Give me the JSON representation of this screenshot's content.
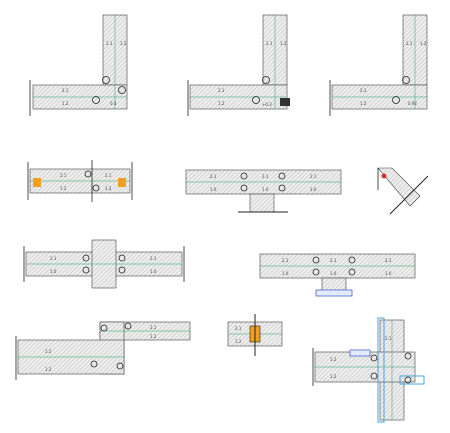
{
  "colors": {
    "background": "#ffffff",
    "wall_fill": "#eeeeee",
    "wall_hatch": "#b0b0b0",
    "outline": "#444444",
    "dimension_line": "#2aa36a",
    "marker_red": "#d03030",
    "stud_dark": "#222222",
    "insulation": "#f0a020",
    "highlight_blue": "#4aa3df",
    "selection_blue": "#3050c0"
  },
  "details": [
    {
      "id": "L-corner-a",
      "labels": {
        "top_a": "2.1",
        "top_b": "1.2",
        "side_a": "2.1",
        "side_b": "1.2",
        "end": "0.3"
      }
    },
    {
      "id": "L-corner-b",
      "labels": {
        "top_a": "2.1",
        "top_b": "1.2",
        "side_a": "2.1",
        "side_b": "1.2",
        "end": "+0.3"
      }
    },
    {
      "id": "L-corner-c",
      "labels": {
        "top_a": "2.1",
        "top_b": "1.2",
        "side_a": "2.1",
        "side_b": "1.2",
        "end": "0.92"
      }
    },
    {
      "id": "straight-insulated",
      "labels": {
        "top_a": "2.1",
        "top_b": "2.1",
        "bot_a": "1.2",
        "bot_b": "1.2"
      }
    },
    {
      "id": "T-down",
      "labels": {
        "top_a": "2.1",
        "top_b": "2.1",
        "top_c": "2.1",
        "bot_a": "1.0",
        "bot_b": "1.0",
        "bot_c": "1.0"
      }
    },
    {
      "id": "diagonal",
      "labels": {}
    },
    {
      "id": "cross",
      "labels": {
        "top_a": "2.1",
        "top_b": "2.1",
        "bot_a": "1.0",
        "bot_b": "1.0"
      }
    },
    {
      "id": "T-down-selected",
      "labels": {
        "top_a": "2.1",
        "top_b": "2.1",
        "top_c": "2.1",
        "bot_a": "1.0",
        "bot_b": "1.0",
        "bot_c": "1.0"
      }
    },
    {
      "id": "offset-corner",
      "labels": {
        "top_a": "2.1",
        "top_b": "1.2",
        "bot_a": "1.2",
        "bot_b": "1.2"
      }
    },
    {
      "id": "end-joint",
      "labels": {
        "top": "2.1",
        "bot": "1.2"
      }
    },
    {
      "id": "complex-junction",
      "labels": {
        "top": "1.2",
        "mid": "2.1",
        "bot": "1.2"
      }
    }
  ]
}
